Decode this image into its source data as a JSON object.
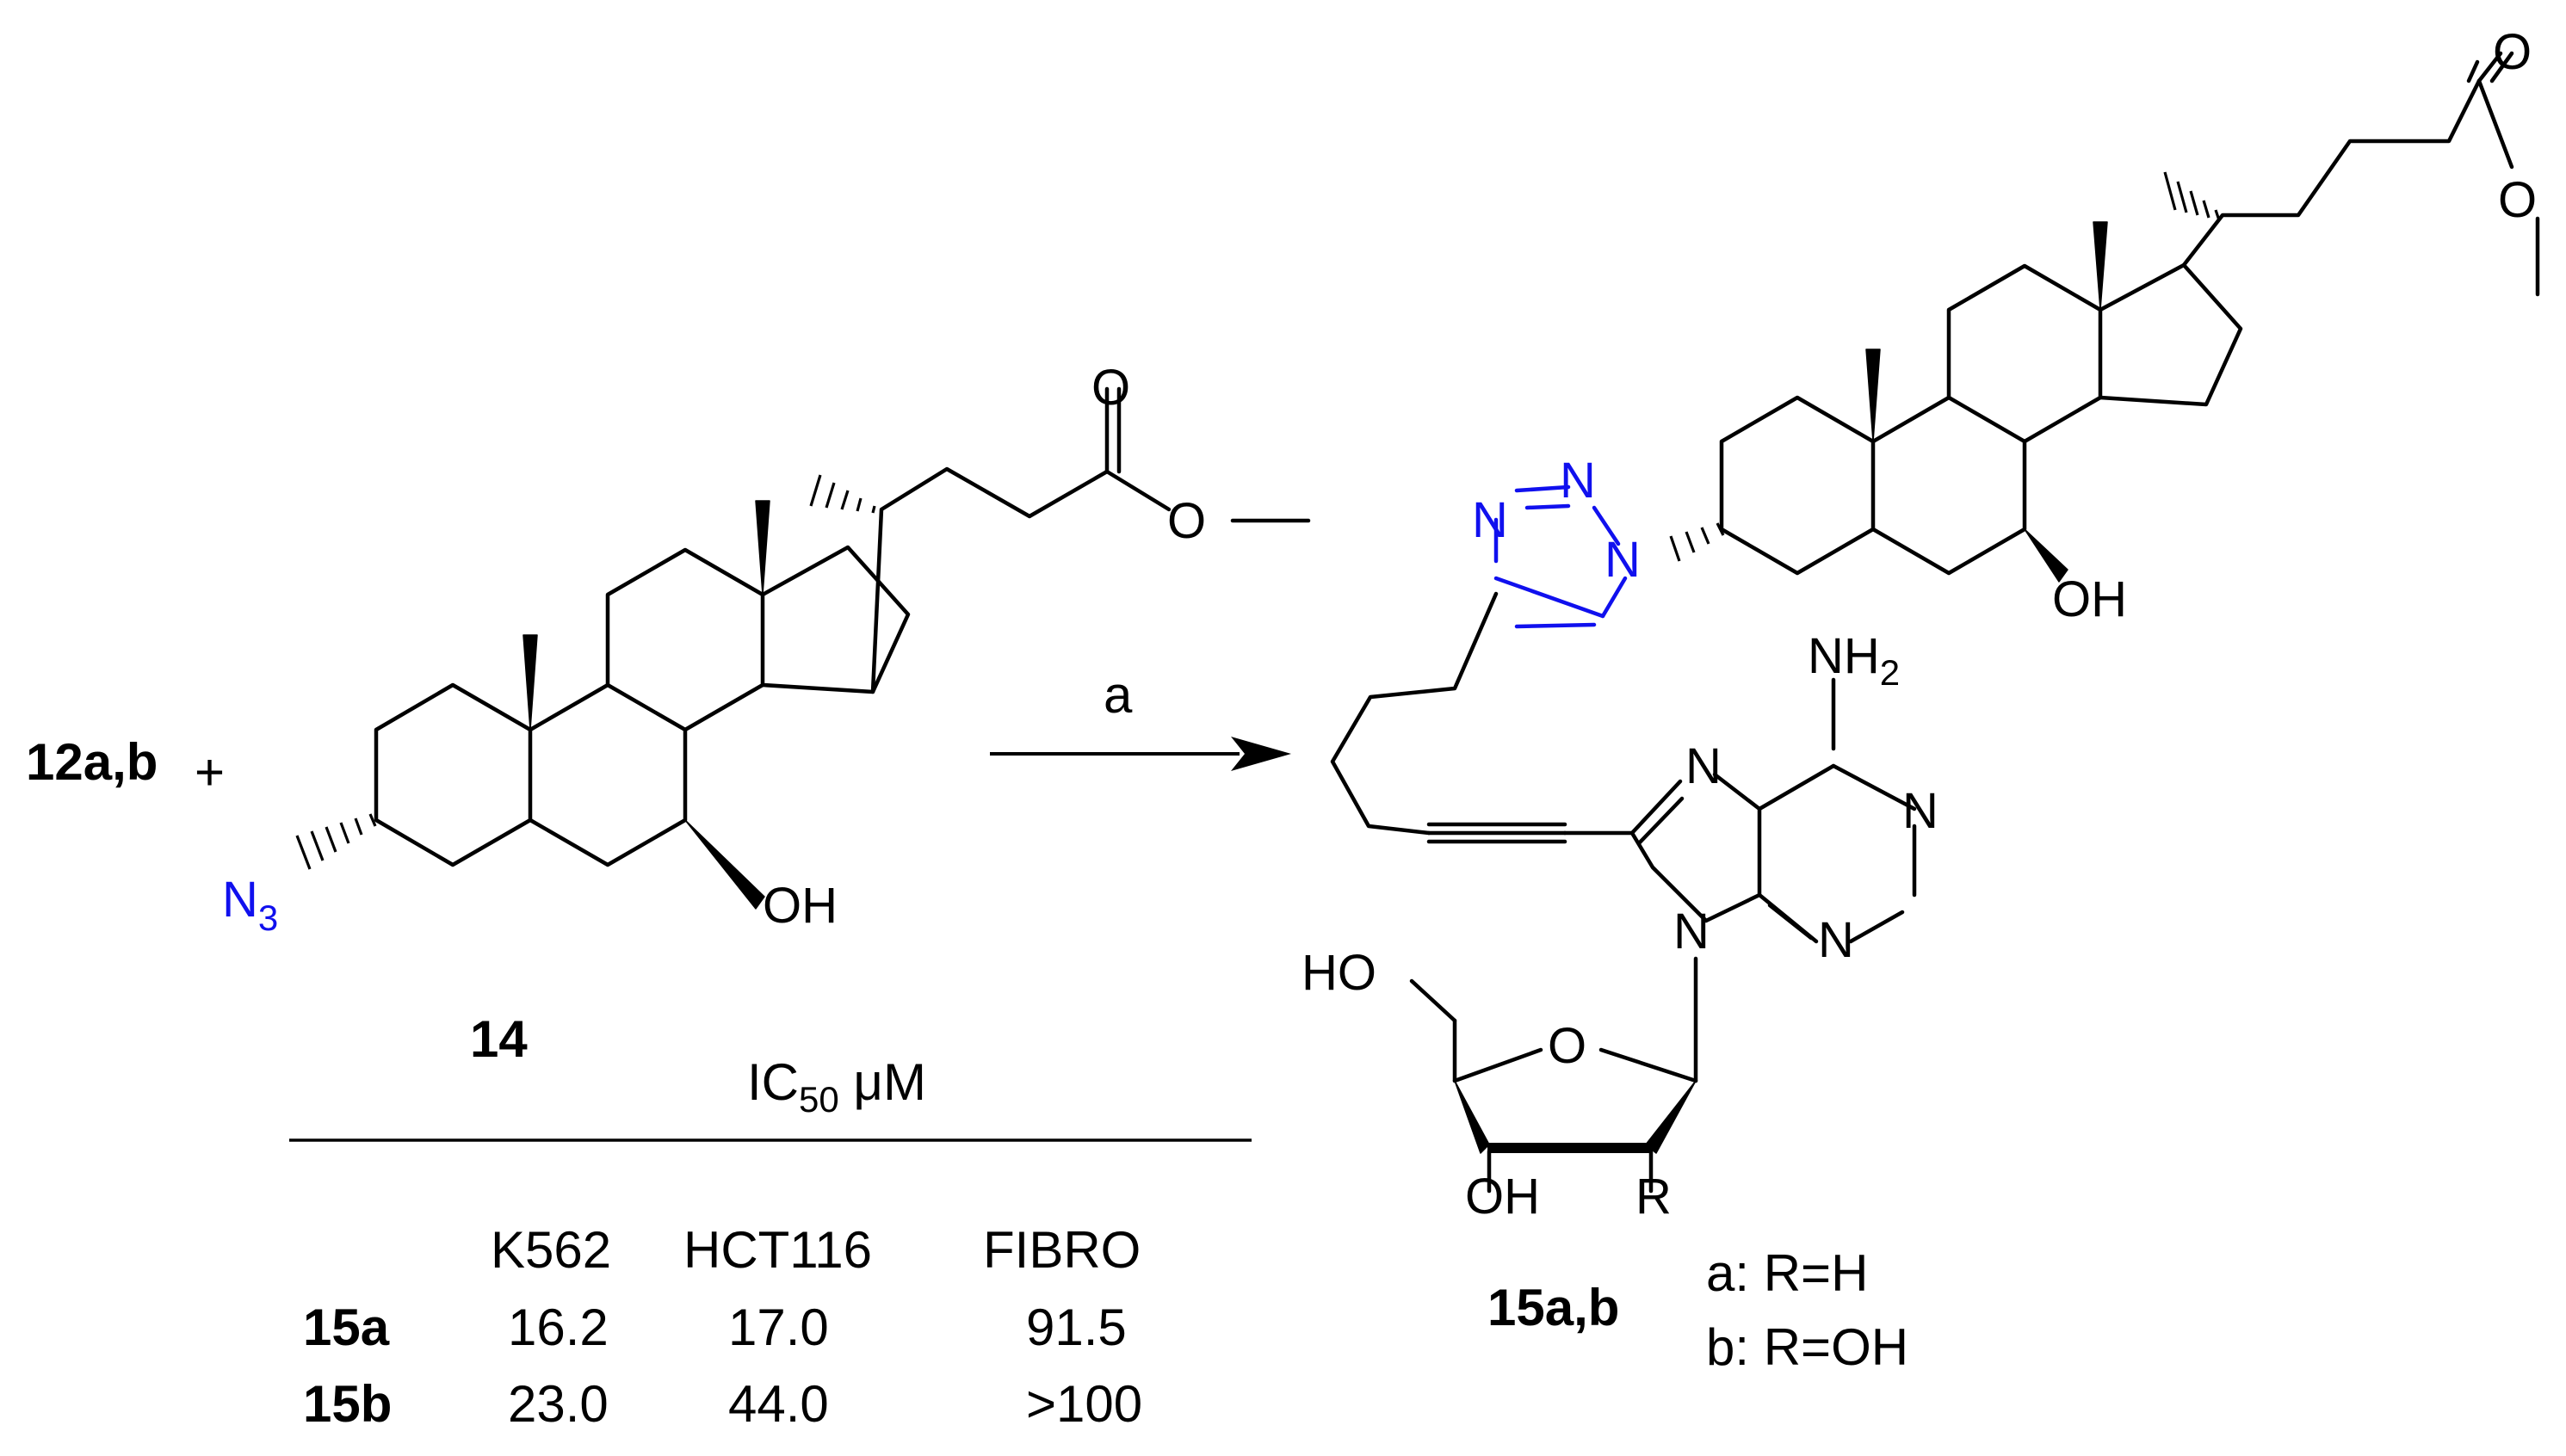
{
  "reaction": {
    "reactant_label": "12a,b",
    "plus": "+",
    "reagent_label": "a",
    "compound_label": "14",
    "product_label": "15a,b",
    "variant_a": "a: R=H",
    "variant_b": "b: R=OH"
  },
  "atoms": {
    "azide_N": "N",
    "azide_sub": "3",
    "oh": "OH",
    "ho": "HO",
    "o": "O",
    "n": "N",
    "nh": "NH",
    "nh_sub": "2",
    "r": "R"
  },
  "ic50": {
    "title_main": "IC",
    "title_sub": "50",
    "title_unit": " μM",
    "columns": [
      "K562",
      "HCT116",
      "FIBRO"
    ],
    "rows": [
      {
        "compound": "15a",
        "values": [
          "16.2",
          "17.0",
          "91.5"
        ]
      },
      {
        "compound": "15b",
        "values": [
          "23.0",
          "44.0",
          ">100"
        ]
      }
    ]
  }
}
